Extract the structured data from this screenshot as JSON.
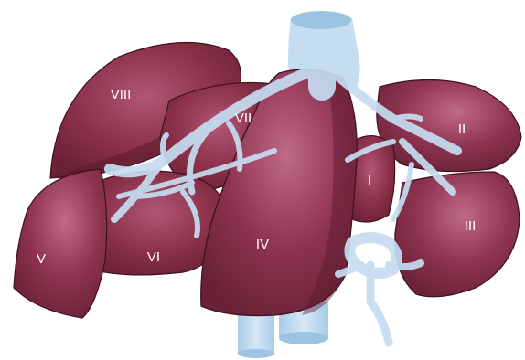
{
  "diagram": {
    "colors": {
      "liver_fill": "#8a3048",
      "liver_dark": "#5b1a2c",
      "liver_light": "#b8587a",
      "vessel": "#c5ddf0",
      "vessel_edge": "#9bc3e2",
      "label": "#ffffff"
    },
    "segments": [
      {
        "id": "I",
        "label": "I"
      },
      {
        "id": "II",
        "label": "II"
      },
      {
        "id": "III",
        "label": "III"
      },
      {
        "id": "IV",
        "label": "IV"
      },
      {
        "id": "V",
        "label": "V"
      },
      {
        "id": "VI",
        "label": "VI"
      },
      {
        "id": "VII",
        "label": "VII"
      },
      {
        "id": "VIII",
        "label": "VIII"
      }
    ]
  }
}
